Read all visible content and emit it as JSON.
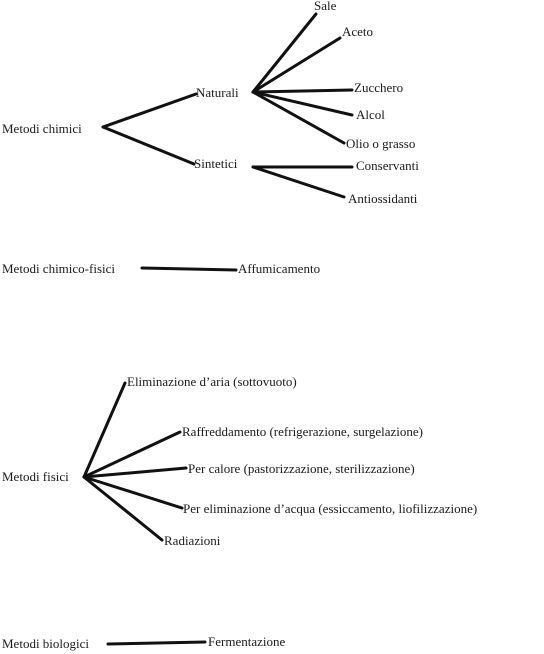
{
  "line_color": "#111111",
  "text_color": "#1a1a1a",
  "background": "#ffffff",
  "groups": {
    "chimici": {
      "label": "Metodi chimici",
      "naturali": {
        "label": "Naturali",
        "items": [
          "Sale",
          "Aceto",
          "Zucchero",
          "Alcol",
          "Olio o grasso"
        ]
      },
      "sintetici": {
        "label": "Sintetici",
        "items": [
          "Conservanti",
          "Antiossidanti"
        ]
      }
    },
    "chimico_fisici": {
      "label": "Metodi chimico-fisici",
      "items": [
        "Affumicamento"
      ]
    },
    "fisici": {
      "label": "Metodi fisici",
      "items": [
        "Eliminazione d’aria (sottovuoto)",
        "Raffreddamento (refrigerazione, surgelazione)",
        "Per calore (pastorizzazione, sterilizzazione)",
        "Per eliminazione d’acqua (essiccamento, liofilizzazione)",
        "Radiazioni"
      ]
    },
    "biologici": {
      "label": "Metodi biologici",
      "items": [
        "Fermentazione"
      ]
    }
  }
}
